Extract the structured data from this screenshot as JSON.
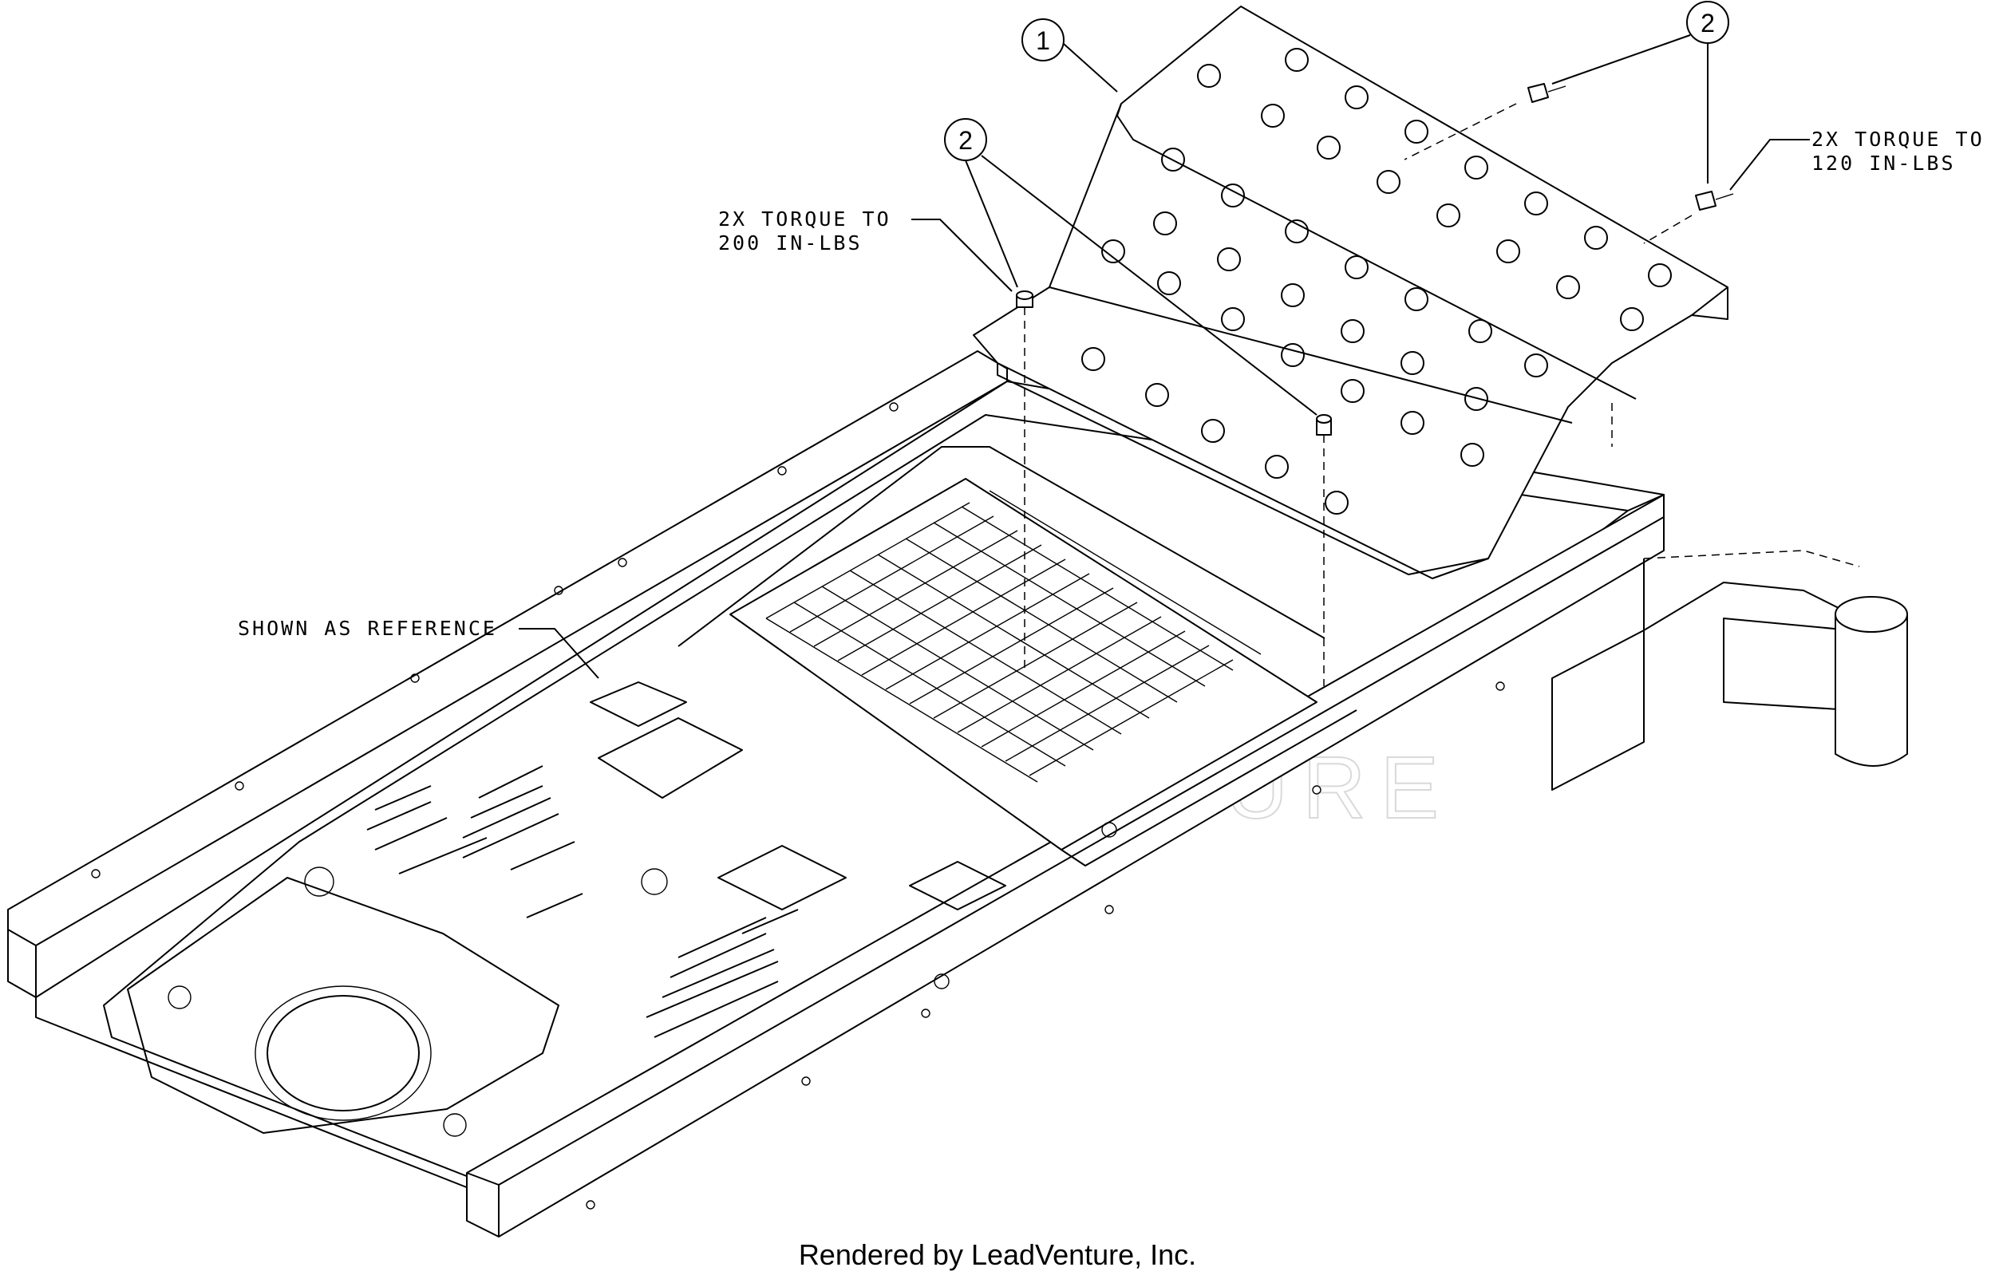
{
  "diagram": {
    "callouts": [
      {
        "number": "1"
      },
      {
        "number": "2"
      },
      {
        "number": "2"
      }
    ],
    "notes": {
      "torque_200": [
        "2X TORQUE TO",
        "200 IN-LBS"
      ],
      "torque_120": [
        "2X TORQUE TO",
        "120 IN-LBS"
      ],
      "reference": "SHOWN AS REFERENCE"
    },
    "watermark": "LEADVENTURE",
    "credit": "Rendered by LeadVenture, Inc."
  }
}
